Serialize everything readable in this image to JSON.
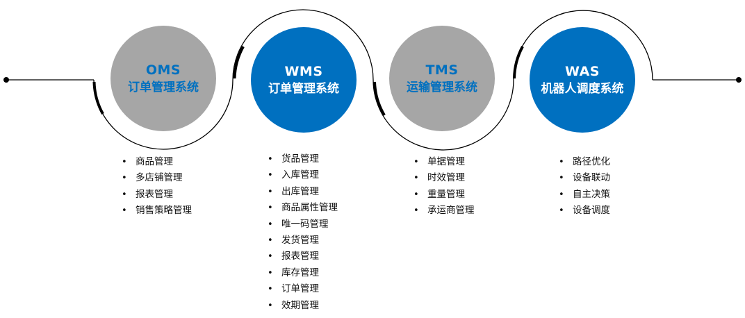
{
  "colors": {
    "gray_node": "#a6a6a6",
    "blue_node": "#0070c0",
    "gray_node_text": "#0070c0",
    "blue_node_text": "#ffffff",
    "line": "#000000"
  },
  "nodes": [
    {
      "abbr": "OMS",
      "name": "订单管理系统",
      "style": "gray",
      "features": [
        "商品管理",
        "多店铺管理",
        "报表管理",
        "销售策略管理"
      ]
    },
    {
      "abbr": "WMS",
      "name": "订单管理系统",
      "style": "blue",
      "features": [
        "货品管理",
        "入库管理",
        "出库管理",
        "商品属性管理",
        "唯一码管理",
        "发货管理",
        "报表管理",
        "库存管理",
        "订单管理",
        "效期管理"
      ]
    },
    {
      "abbr": "TMS",
      "name": "运输管理系统",
      "style": "gray",
      "features": [
        "单据管理",
        "时效管理",
        "重量管理",
        "承运商管理"
      ]
    },
    {
      "abbr": "WAS",
      "name": "机器人调度系统",
      "style": "blue",
      "features": [
        "路径优化",
        "设备联动",
        "自主决策",
        "设备调度"
      ]
    }
  ]
}
